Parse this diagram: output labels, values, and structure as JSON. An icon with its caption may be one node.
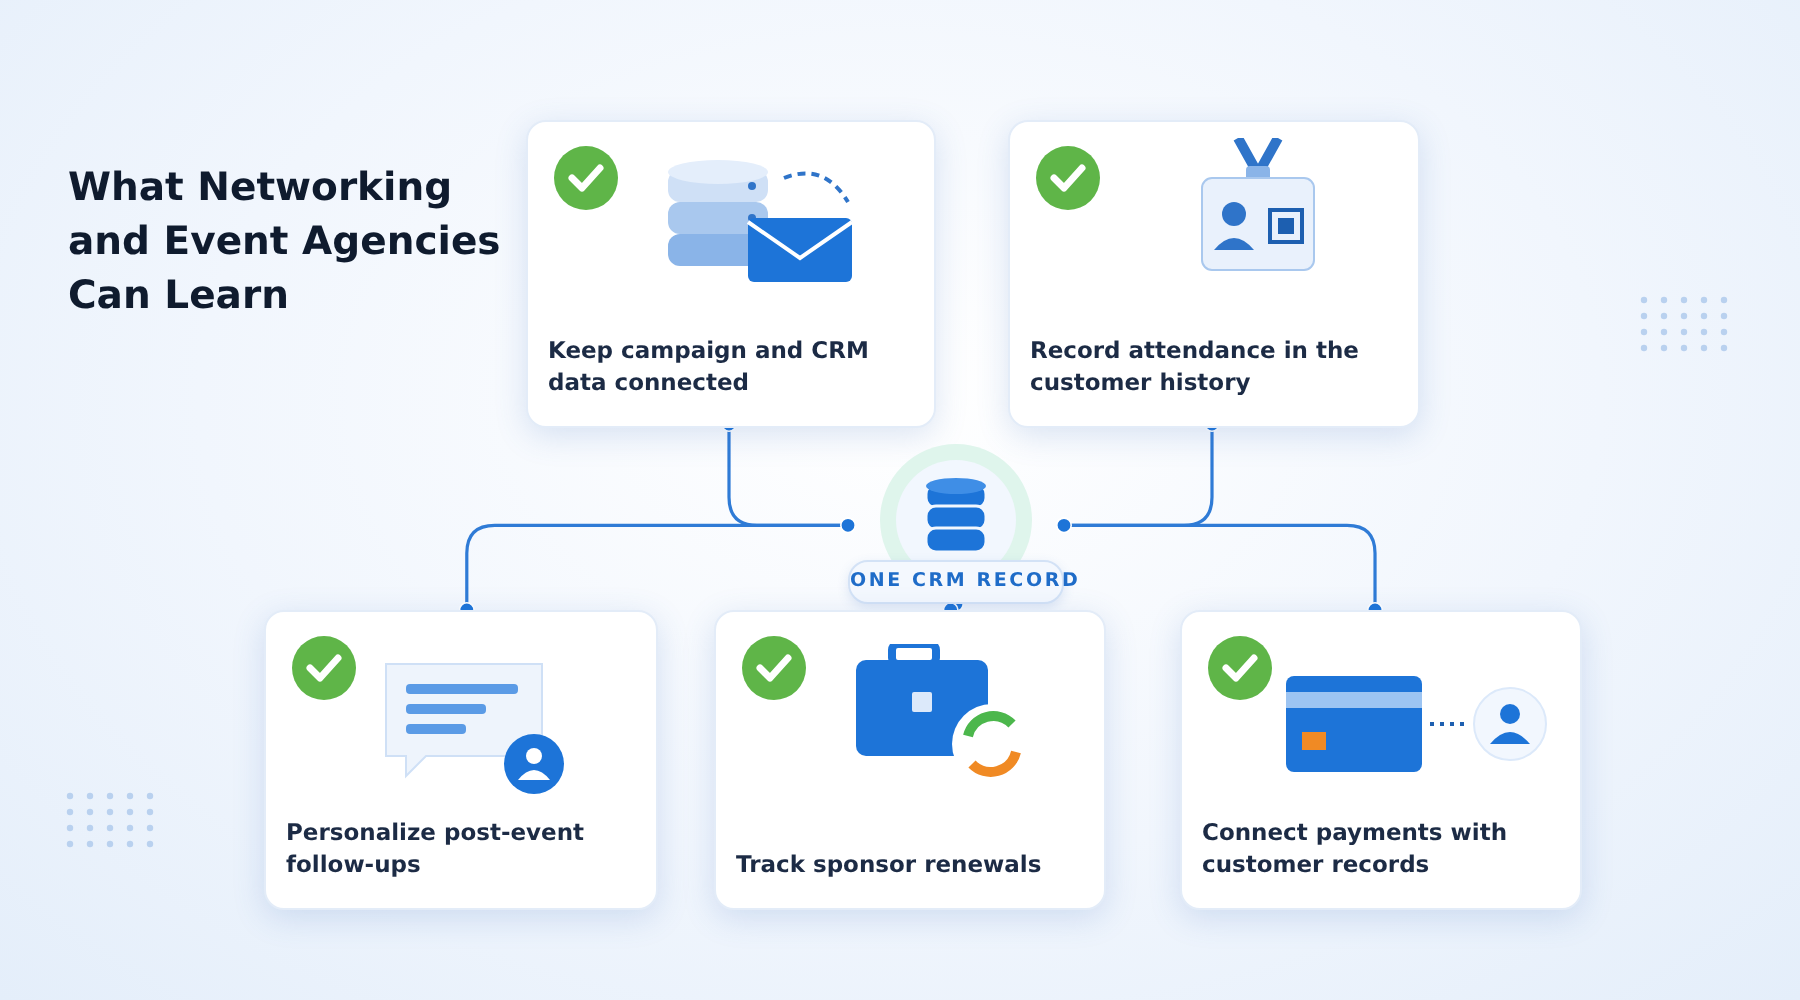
{
  "diagram": {
    "title": "What Networking and Event Agencies Can Learn",
    "nodes": [
      {
        "text": [
          "Keep campaign and CRM data connected"
        ]
      },
      {
        "text": [
          "Record attendance in the customer history"
        ]
      },
      {
        "text": [
          "ONE CRM RECORD"
        ]
      },
      {
        "text": [
          "Personalize post-event follow-ups"
        ]
      },
      {
        "text": [
          "Track sponsor renewals"
        ]
      },
      {
        "text": [
          "Connect payments with customer records"
        ]
      }
    ],
    "edges": [
      {
        "from": 0,
        "to": 2,
        "arrow": "other"
      },
      {
        "from": 1,
        "to": 2,
        "arrow": "other"
      },
      {
        "from": 2,
        "to": 3,
        "arrow": "other"
      },
      {
        "from": 2,
        "to": 4,
        "arrow": "other"
      },
      {
        "from": 2,
        "to": 5,
        "arrow": "other"
      }
    ]
  }
}
